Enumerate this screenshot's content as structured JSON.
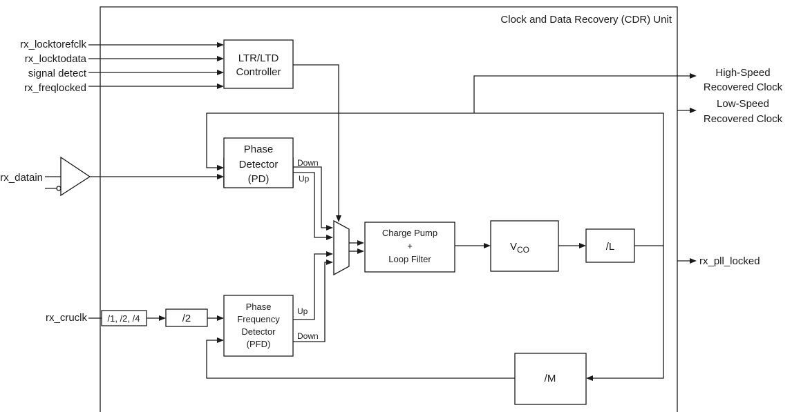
{
  "diagram": {
    "title": "Clock and Data Recovery (CDR) Unit",
    "inputs": {
      "rx_locktorefclk": "rx_locktorefclk",
      "rx_locktodata": "rx_locktodata",
      "signal_detect": "signal detect",
      "rx_freqlocked": "rx_freqlocked",
      "rx_datain": "rx_datain",
      "rx_cruclk": "rx_cruclk"
    },
    "outputs": {
      "high_speed_line1": "High-Speed",
      "high_speed_line2": "Recovered Clock",
      "low_speed_line1": "Low-Speed",
      "low_speed_line2": "Recovered Clock",
      "rx_pll_locked": "rx_pll_locked"
    },
    "blocks": {
      "ltr_line1": "LTR/LTD",
      "ltr_line2": "Controller",
      "pd_line1": "Phase",
      "pd_line2": "Detector",
      "pd_line3": "(PD)",
      "pfd_line1": "Phase",
      "pfd_line2": "Frequency",
      "pfd_line3": "Detector",
      "pfd_line4": "(PFD)",
      "cp_line1": "Charge Pump",
      "cp_line2": "+",
      "cp_line3": "Loop Filter",
      "vco_main": "V",
      "vco_sub": "CO",
      "div_l": "/L",
      "div_m": "/M",
      "div_124": "/1, /2, /4",
      "div_2": "/2"
    },
    "signals": {
      "pd_down": "Down",
      "pd_up": "Up",
      "pfd_up": "Up",
      "pfd_down": "Down"
    }
  }
}
